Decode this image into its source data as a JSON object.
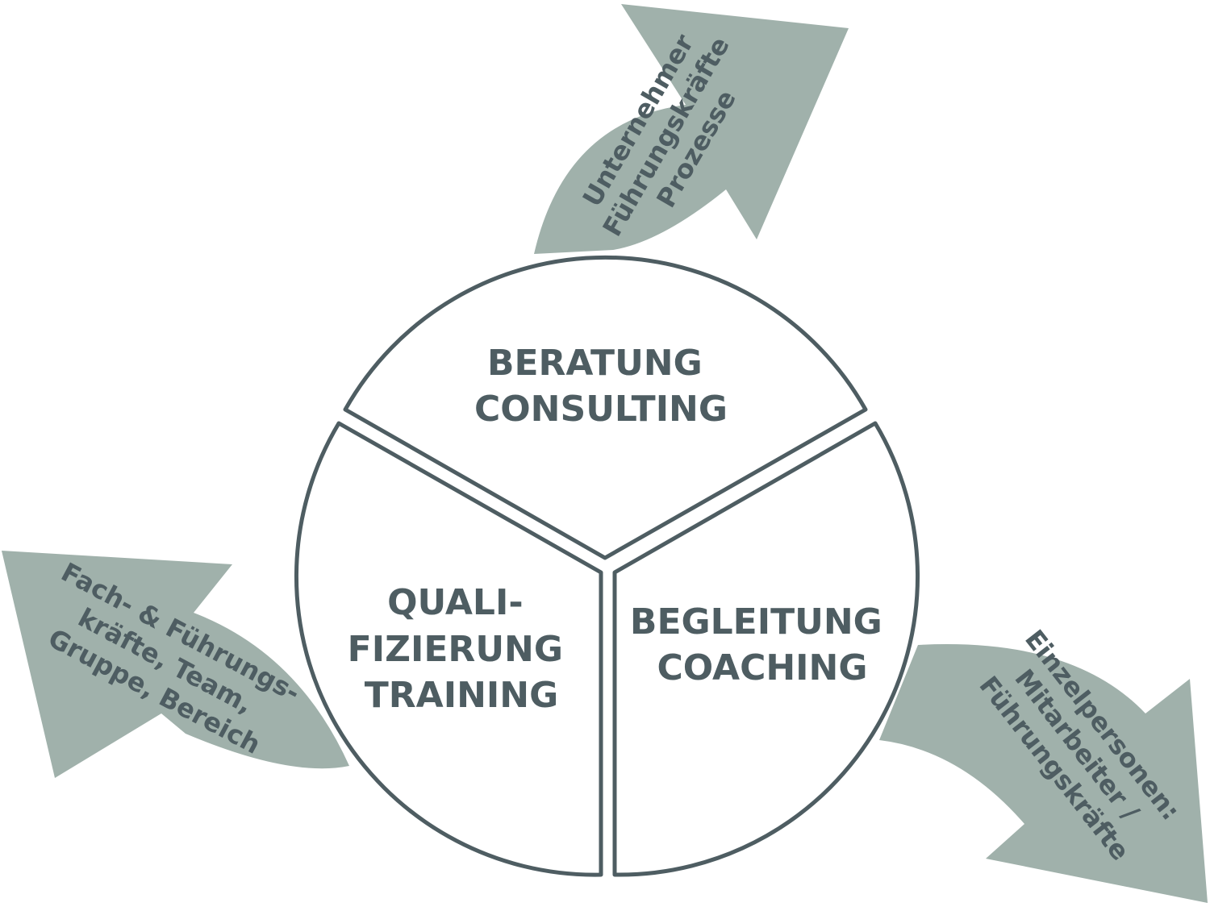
{
  "colors": {
    "arrow_fill": "#a0b1ab",
    "line": "#4e5d62",
    "text": "#4e5d62",
    "background": "#ffffff"
  },
  "segments": {
    "beratung": {
      "line1": "BERATUNG",
      "line2": "CONSULTING"
    },
    "qualifizierung": {
      "line1": "QUALI-",
      "line2": "FIZIERUNG",
      "line3": "TRAINING"
    },
    "begleitung": {
      "line1": "BEGLEITUNG",
      "line2": "COACHING"
    }
  },
  "arrows": {
    "top": {
      "line1": "Unternehmer",
      "line2": "Führungskräfte",
      "line3": "Prozesse"
    },
    "left": {
      "line1": "Fach- & Führungs-",
      "line2": "kräfte, Team,",
      "line3": "Gruppe, Bereich"
    },
    "right": {
      "line1": "Einzelpersonen:",
      "line2": "Mitarbeiter /",
      "line3": "Führungskräfte"
    }
  }
}
